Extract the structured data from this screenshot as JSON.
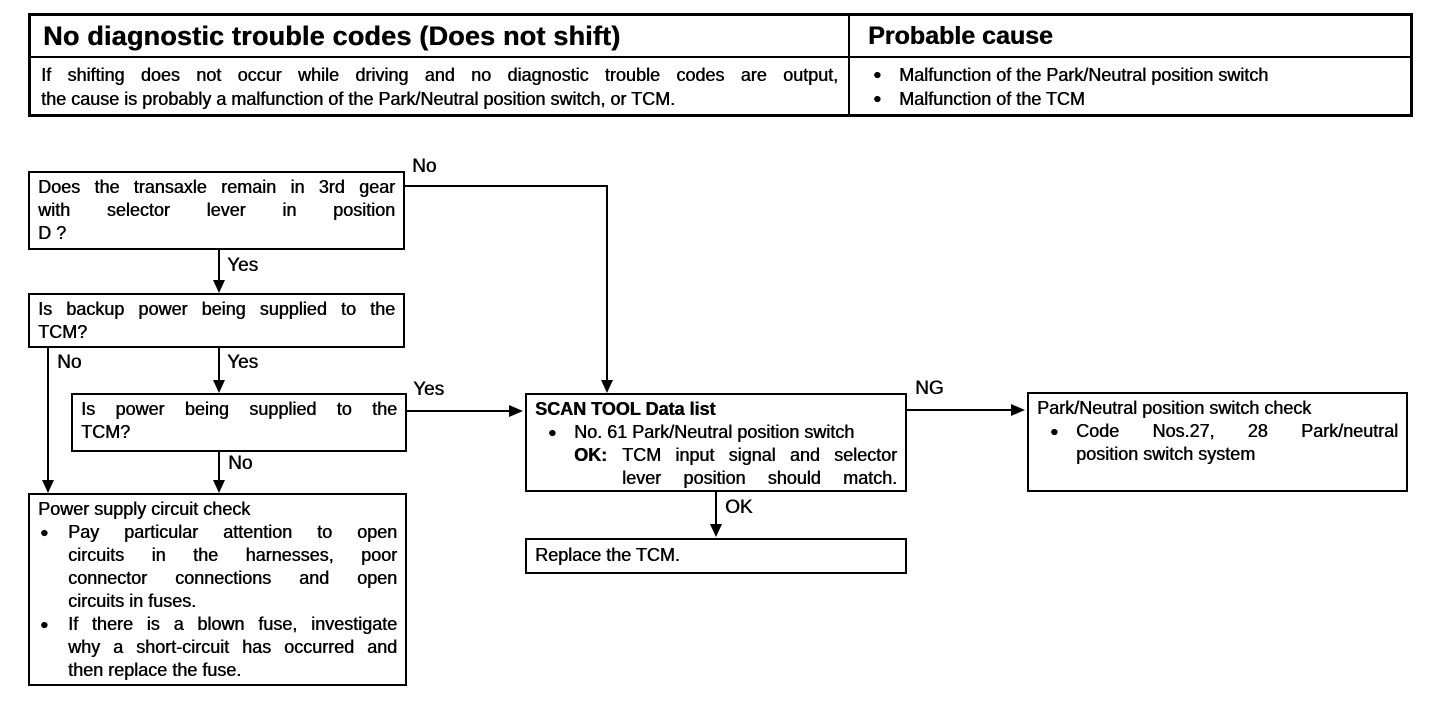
{
  "colors": {
    "ink": "#000000",
    "paper": "#ffffff"
  },
  "bullet_glyph": "●",
  "header": {
    "title": "No diagnostic trouble codes (Does not shift)",
    "cause_title": "Probable cause",
    "description_lines": [
      "If shifting does not occur while driving and no diagnostic trouble codes are output,",
      "the cause is probably a malfunction of the Park/Neutral position switch, or TCM."
    ],
    "causes": [
      "Malfunction of the Park/Neutral position switch",
      "Malfunction of the TCM"
    ]
  },
  "flow": {
    "q1_lines": [
      "Does the transaxle remain in 3rd gear",
      "with selector lever in position",
      "D ?"
    ],
    "q2_lines": [
      "Is backup power being supplied to the",
      "TCM?"
    ],
    "q3_lines": [
      "Is power being supplied to the",
      "TCM?"
    ],
    "power_check": {
      "title": "Power supply circuit check",
      "b1_lines": [
        "Pay particular attention to open",
        "circuits in the harnesses, poor",
        "connector connections and open",
        "circuits in fuses."
      ],
      "b2_lines": [
        "If there is a blown fuse, investigate",
        "why a short-circuit has occurred and",
        "then replace the fuse."
      ]
    },
    "scan_tool": {
      "title": "SCAN TOOL Data list",
      "bullet": "No. 61 Park/Neutral position switch",
      "ok_label": "OK:",
      "ok_lines": [
        "TCM input signal and selector",
        "lever position should match."
      ]
    },
    "replace": "Replace the TCM.",
    "pn_check": {
      "title": "Park/Neutral position switch check",
      "b1_lines": [
        "Code Nos.27, 28 Park/neutral",
        "position switch system"
      ]
    },
    "labels": {
      "no1": "No",
      "yes1": "Yes",
      "no2": "No",
      "yes2": "Yes",
      "yes3": "Yes",
      "no3": "No",
      "ok": "OK",
      "ng": "NG"
    }
  }
}
